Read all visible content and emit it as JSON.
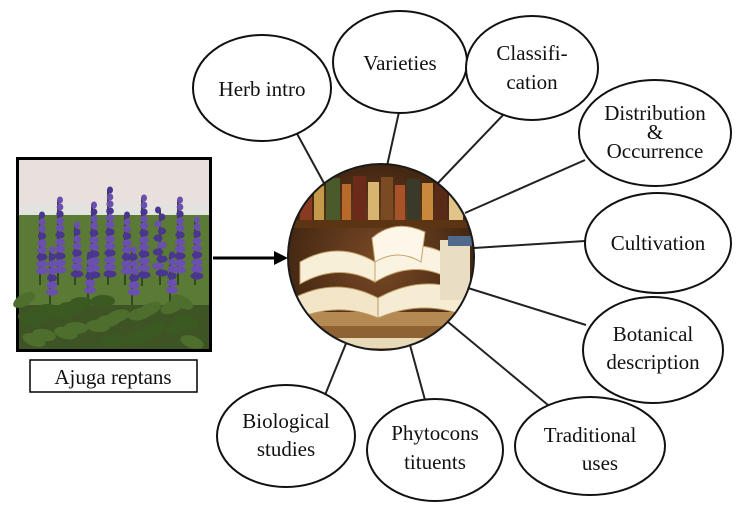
{
  "plant": {
    "name": "Ajuga reptans"
  },
  "topics": [
    {
      "id": "herb-intro",
      "lines": [
        "Herb intro"
      ]
    },
    {
      "id": "varieties",
      "lines": [
        "Varieties"
      ]
    },
    {
      "id": "classification",
      "lines": [
        "Classifi-",
        "cation"
      ]
    },
    {
      "id": "distribution",
      "lines": [
        "Distribution",
        "&",
        "Occurrence"
      ]
    },
    {
      "id": "cultivation",
      "lines": [
        "Cultivation"
      ]
    },
    {
      "id": "botanical-description",
      "lines": [
        "Botanical",
        "description"
      ]
    },
    {
      "id": "traditional-uses",
      "lines": [
        "Traditional",
        "uses"
      ]
    },
    {
      "id": "phytoconstituents",
      "lines": [
        "Phytocons",
        "tituents"
      ]
    },
    {
      "id": "biological-studies",
      "lines": [
        "Biological",
        "studies"
      ]
    }
  ]
}
